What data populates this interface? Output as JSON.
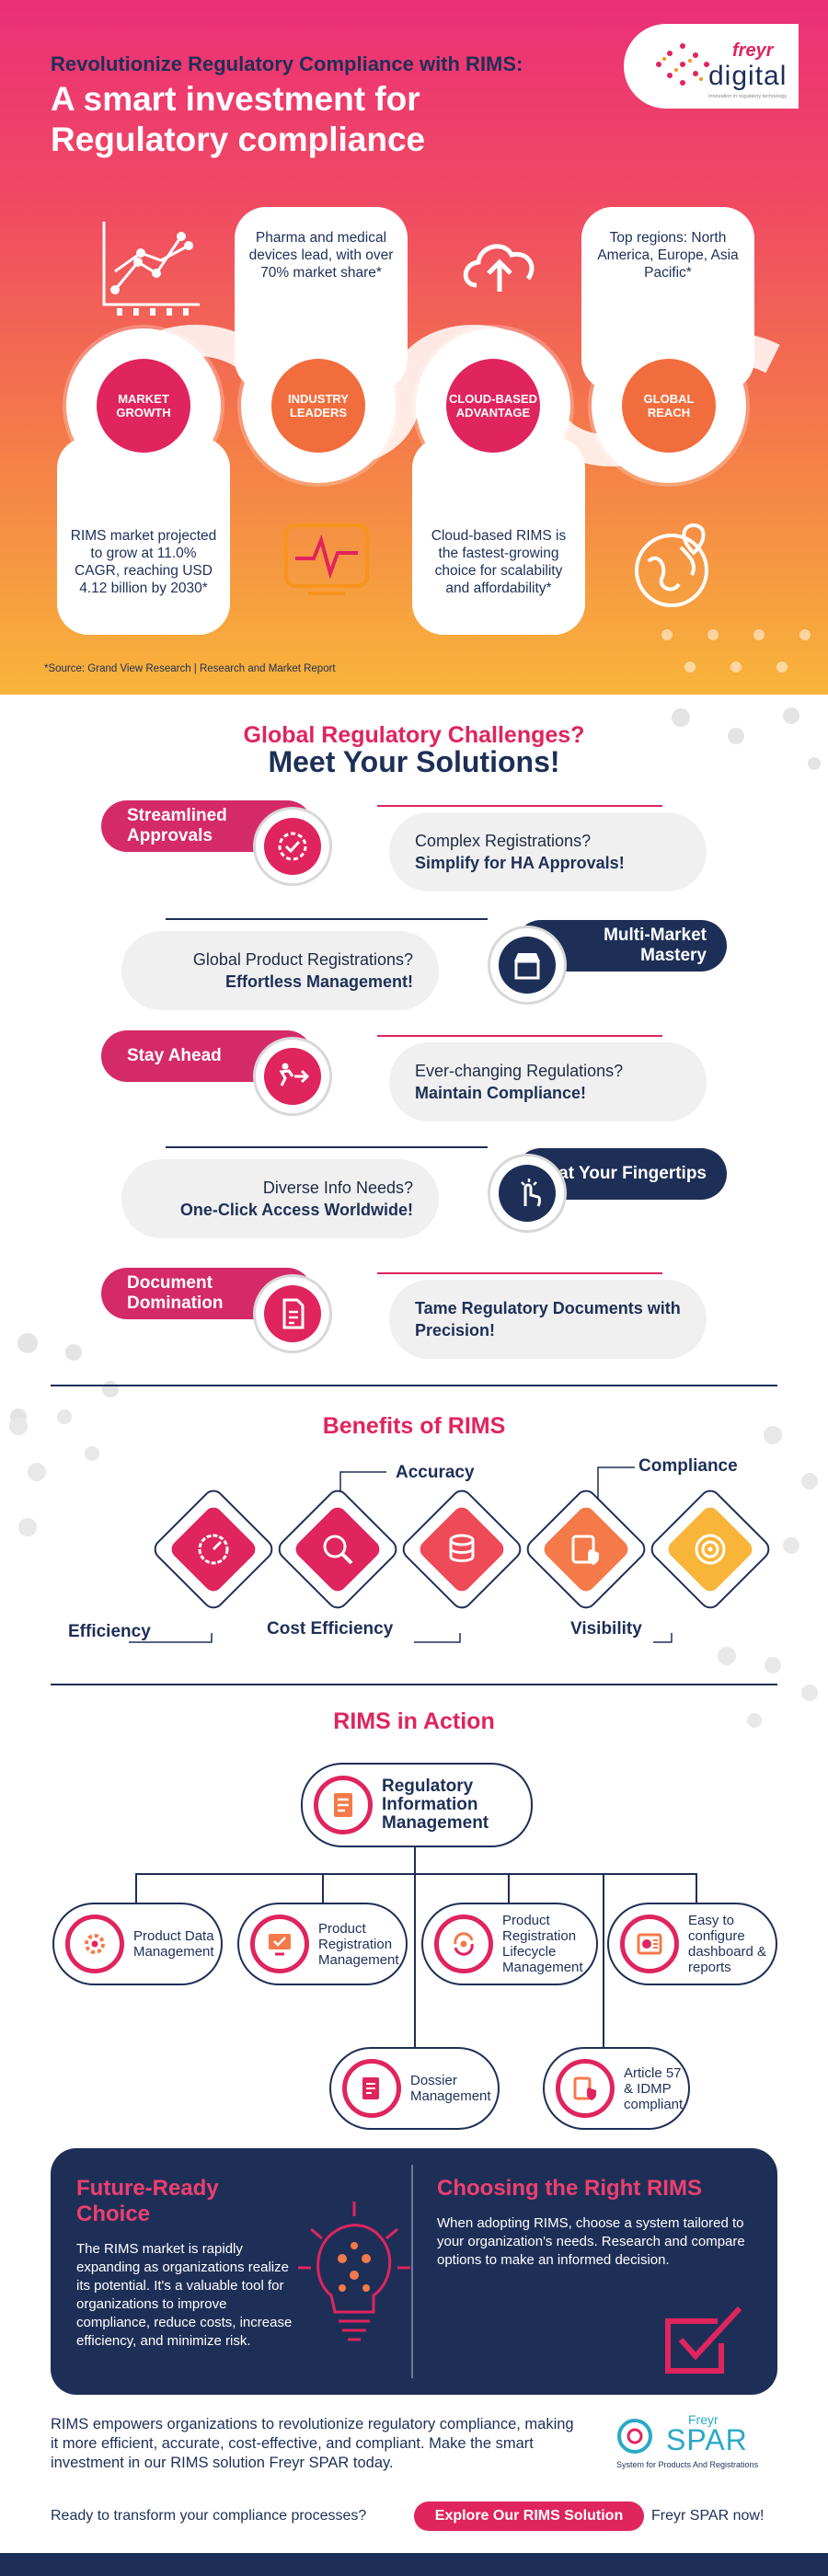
{
  "hero": {
    "kicker": "Revolutionize Regulatory Compliance with RIMS:",
    "title": "A smart investment for Regulatory compliance",
    "logo": {
      "brand": "freyr",
      "product": "digital",
      "tagline": "Innovation in regulatory technology"
    },
    "items": [
      {
        "label": "MARKET GROWTH",
        "text": "RIMS market projected to grow at 11.0% CAGR, reaching USD 4.12 billion by 2030*"
      },
      {
        "label": "INDUSTRY LEADERS",
        "text": "Pharma and medical devices lead, with over 70% market share*"
      },
      {
        "label": "CLOUD-BASED ADVANTAGE",
        "text": "Cloud-based RIMS is the fastest-growing choice for scalability and affordability*"
      },
      {
        "label": "GLOBAL REACH",
        "text": "Top regions: North America, Europe, Asia Pacific*"
      }
    ],
    "source": "*Source: Grand View Research | Research and Market Report"
  },
  "challenges": {
    "title_line1": "Global Regulatory Challenges?",
    "title_line2": "Meet Your Solutions!",
    "items": [
      {
        "tag": "Streamlined Approvals",
        "question": "Complex Registrations?",
        "answer": "Simplify for HA Approvals!",
        "icon": "gear-badge-icon"
      },
      {
        "tag": "Multi-Market Mastery",
        "question": "Global Product Registrations?",
        "answer": "Effortless Management!",
        "icon": "store-icon"
      },
      {
        "tag": "Stay Ahead",
        "question": "Ever-changing Regulations?",
        "answer": "Maintain Compliance!",
        "icon": "runner-arrow-icon"
      },
      {
        "tag": "Info at Your Fingertips",
        "question": "Diverse Info Needs?",
        "answer": "One-Click Access Worldwide!",
        "icon": "tap-icon"
      },
      {
        "tag": "Document Domination",
        "question": "",
        "answer": "Tame Regulatory Documents with Precision!",
        "icon": "document-icon"
      }
    ]
  },
  "benefits": {
    "title": "Benefits of RIMS",
    "labels": [
      "Efficiency",
      "Accuracy",
      "Cost Efficiency",
      "Compliance",
      "Visibility"
    ]
  },
  "rims": {
    "title": "RIMS in Action",
    "root": "Regulatory Information Management",
    "nodes": [
      "Product Data Management",
      "Product Registration Management",
      "Product Registration Lifecycle Management",
      "Easy to configure dashboard & reports",
      "Dossier Management",
      "Article 57 & IDMP compliant"
    ]
  },
  "panel": {
    "left_title": "Future-Ready Choice",
    "left_body": "The RIMS market is rapidly expanding as organizations realize its potential. It's a valuable tool for organizations to improve compliance, reduce costs, increase efficiency, and minimize risk.",
    "right_title": "Choosing the Right RIMS",
    "right_body": "When adopting RIMS, choose a system tailored to your organization's needs. Research and compare options to make an informed decision."
  },
  "footer": {
    "text": "RIMS empowers organizations to revolutionize regulatory compliance, making it more efficient, accurate, cost-effective, and compliant. Make the smart investment in our RIMS solution Freyr SPAR today.",
    "spar_brand": "Freyr",
    "spar_name": "SPAR",
    "spar_tagline": "System for Products And Registrations",
    "cta_question": "Ready to transform your compliance processes?",
    "cta_button": "Explore Our RIMS Solution",
    "cta_after": "Freyr SPAR now!"
  }
}
